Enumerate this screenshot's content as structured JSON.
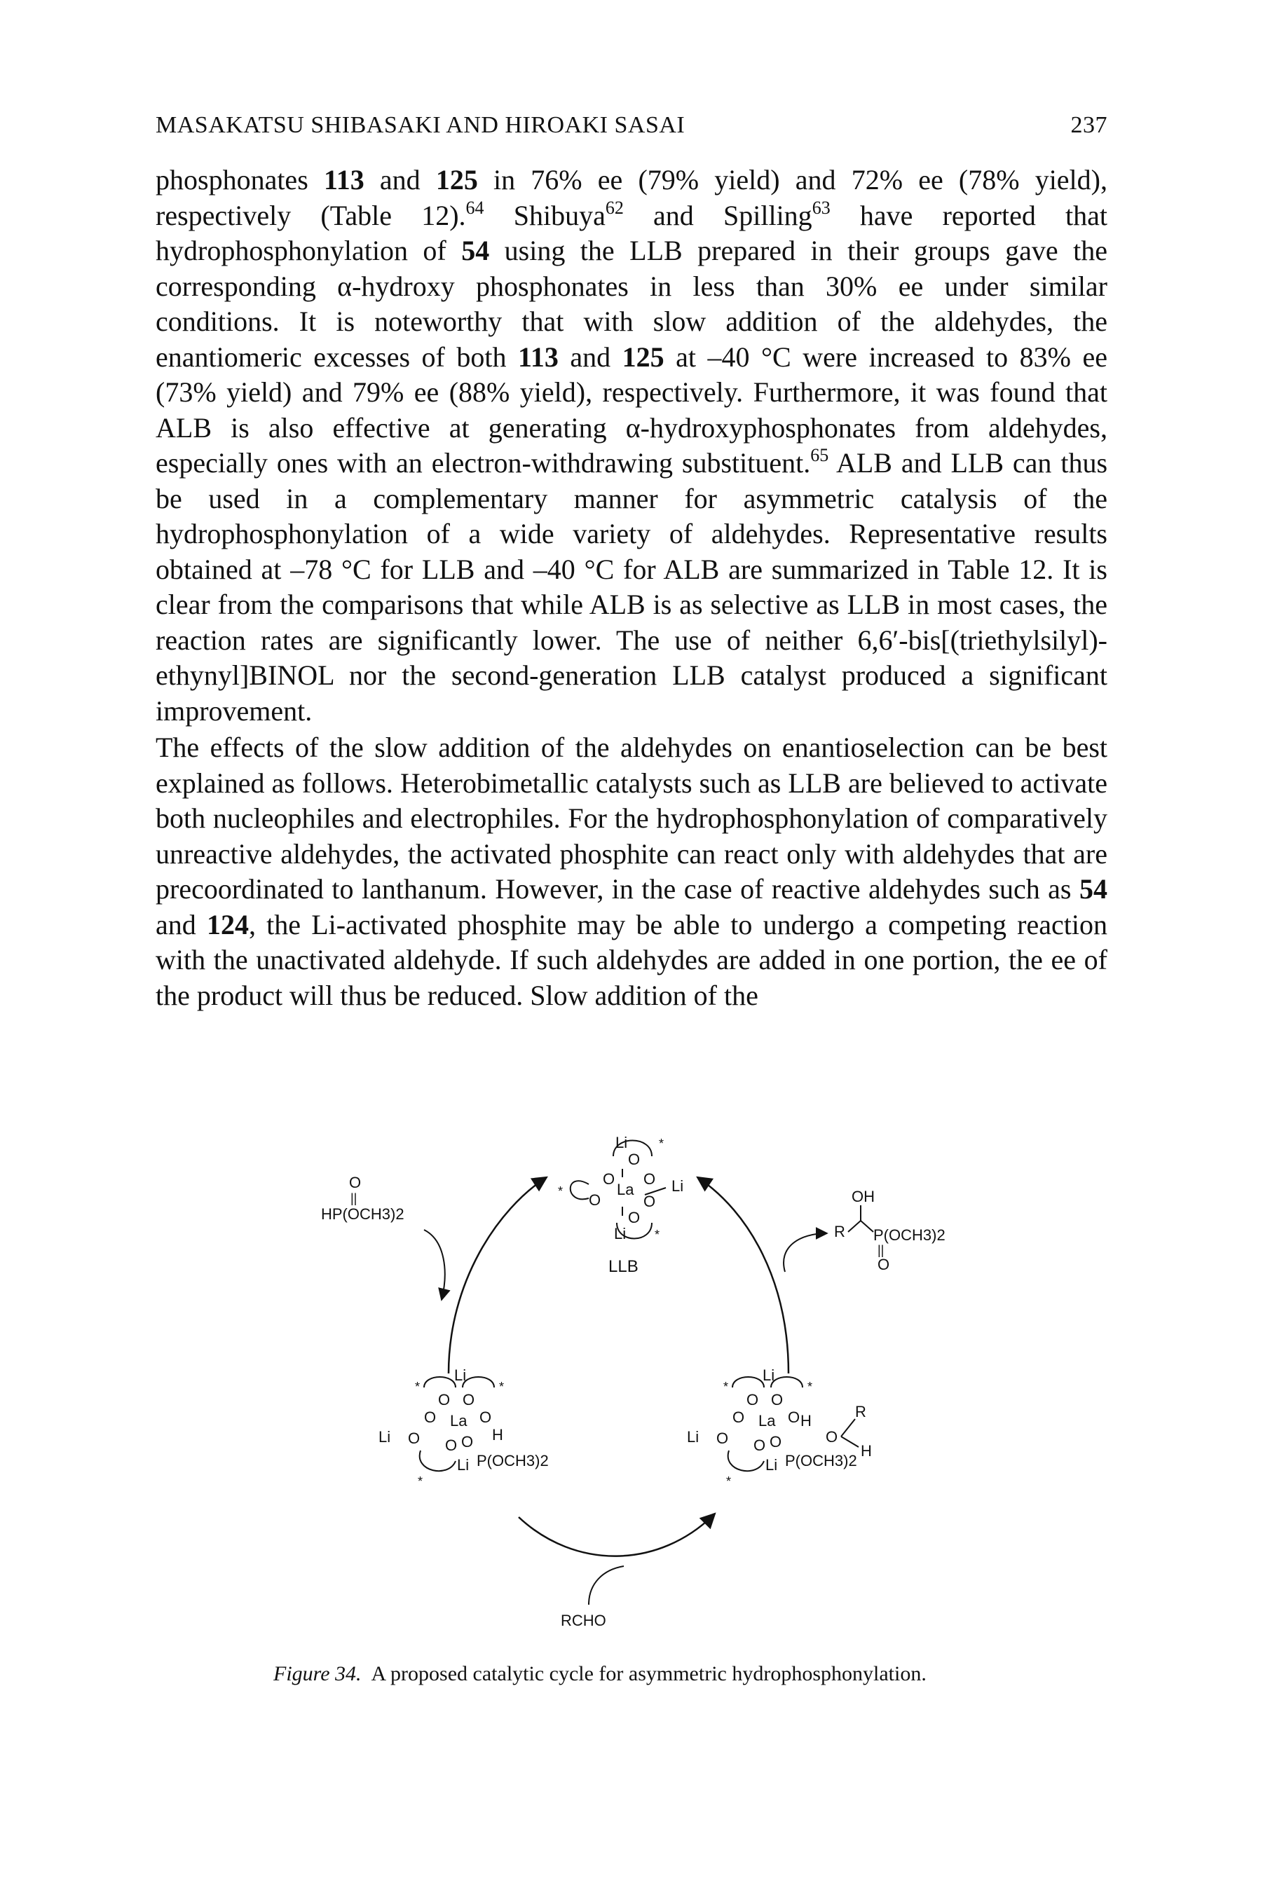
{
  "header": {
    "running_title": "MASAKATSU SHIBASAKI AND HIROAKI SASAI",
    "page_number": "237"
  },
  "paragraph1": {
    "s1": "phosphonates ",
    "b113a": "113",
    "s2": " and ",
    "b125a": "125",
    "s3": " in 76% ee (79% yield) and 72% ee (78% yield), respectively (Table 12).",
    "ref64": "64",
    "s4": " Shibuya",
    "ref62": "62",
    "s5": " and Spilling",
    "ref63": "63",
    "s6": " have reported that hydrophosphonylation of ",
    "b54a": "54",
    "s7": " using the LLB prepared in their groups gave the corresponding α-hydroxy phosphonates in less than 30% ee under similar conditions. It is noteworthy that with slow addition of the aldehydes, the enantiomeric excesses of both ",
    "b113b": "113",
    "s8": " and ",
    "b125b": "125",
    "s9": " at –40 °C were increased to 83% ee (73% yield) and 79% ee (88% yield), respectively. Furthermore, it was found that ALB is also effective at generating α-hydroxyphosphonates from aldehydes, especially ones with an electron-withdrawing substituent.",
    "ref65": "65",
    "s10": " ALB and LLB can thus be used in a complementary manner for asymmetric catalysis of the hydrophosphonylation of a wide variety of aldehydes. Representative results obtained at –78 °C for LLB and –40 °C for ALB are summarized in Table 12. It is clear from the comparisons that while ALB is as selective as LLB in most cases, the reaction rates are significantly lower. The use of neither 6,6′-bis[(triethylsilyl)-ethynyl]BINOL nor the second-generation LLB catalyst produced a significant improvement."
  },
  "paragraph2": {
    "s1": "The effects of the slow addition of the aldehydes on enantioselection can be best explained as follows. Heterobimetallic catalysts such as LLB are believed to activate both nucleophiles and electrophiles. For the hydrophosphonylation of comparatively unreactive aldehydes, the activated phosphite can react only with aldehydes that are precoordinated to lanthanum. However, in the case of reactive aldehydes such as ",
    "b54": "54",
    "s2": " and ",
    "b124": "124",
    "s3": ", the Li-activated phosphite may be able to undergo a competing reaction with the unactivated aldehyde. If such aldehydes are added in one portion, the ee of the product will thus be reduced. Slow addition of the"
  },
  "figure": {
    "llb_label": "LLB",
    "reagent_top": "HP(OCH3)2",
    "reagent_bottom": "RCHO",
    "product_oh": "OH",
    "product_r": "R",
    "product_p": "P(OCH3)2",
    "atoms": {
      "li": "Li",
      "la": "La",
      "o": "O",
      "h": "H",
      "r": "R",
      "p_group": "P(OCH3)2",
      "star": "*",
      "dbl": "||"
    }
  },
  "caption": {
    "label": "Figure 34.",
    "text": "A proposed catalytic cycle for asymmetric hydrophosphonylation."
  }
}
